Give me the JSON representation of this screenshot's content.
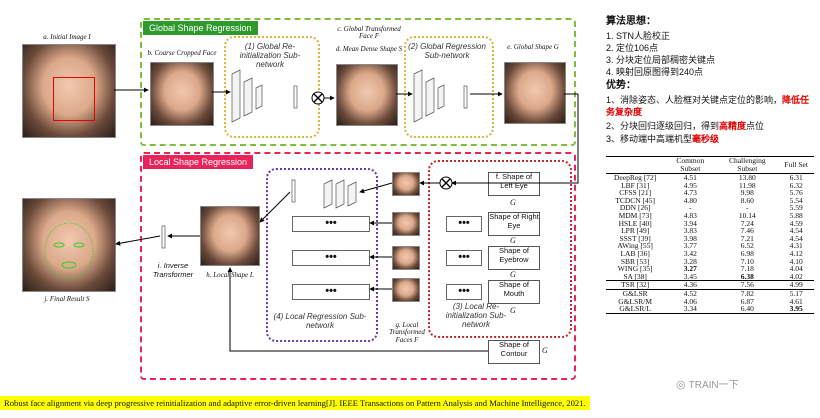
{
  "colors": {
    "global_region": "#7dbf3c",
    "local_region": "#e8245a",
    "arrow": "#000000",
    "highlight_red": "#e00000",
    "footer_bg": "#ffff00"
  },
  "images": {
    "initial": "a. Initial Image I",
    "coarse": "b. Coarse Cropped Face",
    "global_transformed": "c. Global Transformed Face F",
    "mean_dense": "d. Mean Dense Shape S",
    "global_shape": "e. Global Shape G",
    "final": "j. Final Result S",
    "local_shape": "h. Local Shape L",
    "local_faces": "g. Local Transformed Faces F"
  },
  "global_region": {
    "title": "Global Shape Regression",
    "reinit_label": "(1) Global Re-initialization Sub-network",
    "regression_label": "(2) Global Regression Sub-network"
  },
  "local_region": {
    "title": "Local Shape Regression",
    "reinit_label": "(3) Local Re-initialization Sub-network",
    "regression_label": "(4) Local Regression Sub-network",
    "inverse": "i. Inverse Transformer"
  },
  "shape_boxes": [
    {
      "label": "f. Shape of Left Eye",
      "sym": "G"
    },
    {
      "label": "Shape of Right Eye",
      "sym": "G"
    },
    {
      "label": "Shape of Eyebrow",
      "sym": "G"
    },
    {
      "label": "Shape of Mouth",
      "sym": "G"
    },
    {
      "label": "Shape of Contour",
      "sym": "G"
    }
  ],
  "dots": "•••",
  "algo": {
    "title": "算法思想：",
    "steps": [
      "1. STN人脸校正",
      "2. 定位106点",
      "3. 分块定位局部稠密关键点",
      "4. 映射回原图得到240点"
    ],
    "adv_title": "优势：",
    "adv1_pre": "1、消除姿态、人脸框对关键点定位的影响，",
    "adv1_red": "降低任务复杂度",
    "adv2_pre": "2、分块回归逐级回归，得到",
    "adv2_red": "高精度",
    "adv2_post": "点位",
    "adv3_pre": "3、移动端中高端机型",
    "adv3_red": "毫秒级"
  },
  "table": {
    "headers": [
      "",
      "Common Subset",
      "Challenging Subset",
      "Full Set"
    ],
    "rows": [
      [
        "DeepReg [72]",
        "4.51",
        "13.80",
        "6.31"
      ],
      [
        "LBF [31]",
        "4.95",
        "11.98",
        "6.32"
      ],
      [
        "CFSS [21]",
        "4.73",
        "9.98",
        "5.76"
      ],
      [
        "TCDCN [45]",
        "4.80",
        "8.60",
        "5.54"
      ],
      [
        "DDN [26]",
        "-",
        "-",
        "5.59"
      ],
      [
        "MDM [73]",
        "4.83",
        "10.14",
        "5.88"
      ],
      [
        "HSLE [40]",
        "3.94",
        "7.24",
        "4.59"
      ],
      [
        "LPR [49]",
        "3.83",
        "7.46",
        "4.54"
      ],
      [
        "SSST [39]",
        "3.98",
        "7.21",
        "4.54"
      ],
      [
        "AWing [55]",
        "3.77",
        "6.52",
        "4.31"
      ],
      [
        "LAB [36]",
        "3.42",
        "6.98",
        "4.12"
      ],
      [
        "SBR [53]",
        "3.28",
        "7.10",
        "4.10"
      ],
      [
        "WING [35]",
        "3.27",
        "7.18",
        "4.04"
      ],
      [
        "SA [38]",
        "3.45",
        "6.38",
        "4.02"
      ]
    ],
    "row_tsr": [
      "TSR [32]",
      "4.36",
      "7.56",
      "4.99"
    ],
    "rows_ours": [
      [
        "G&LSR",
        "4.52",
        "7.82",
        "5.17"
      ],
      [
        "G&LSR/M",
        "4.06",
        "6.87",
        "4.61"
      ],
      [
        "G&LSR/L",
        "3.34",
        "6.40",
        "3.95"
      ]
    ]
  },
  "footer": "Robust face alignment via deep progressive reinitialization and adaptive error-driven learning[J]. IEEE Transactions on Pattern Analysis and Machine Intelligence, 2021.",
  "watermark": "TRAIN一下"
}
